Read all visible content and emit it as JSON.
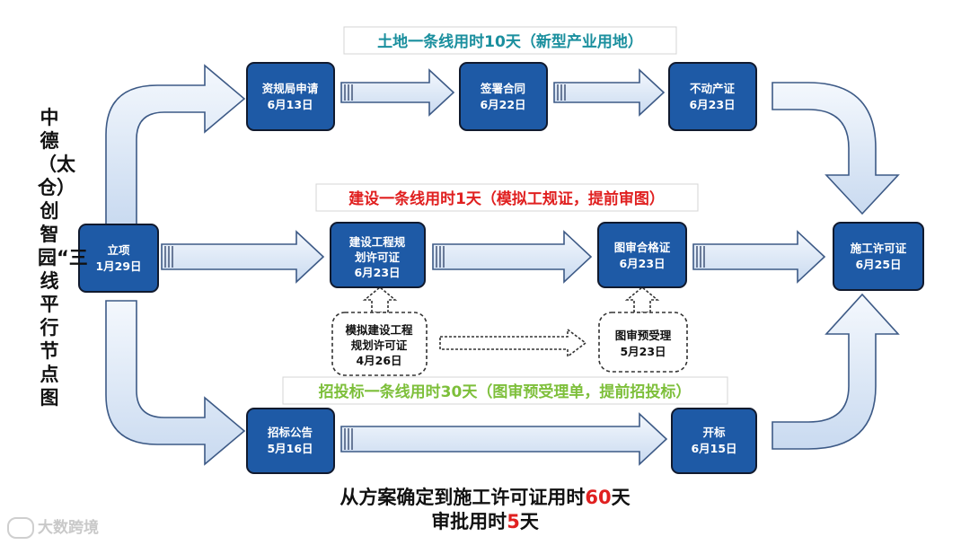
{
  "title": "中德（太仓）创智园“三线平行 节点图",
  "banners": {
    "land": "土地一条线用时10天（新型产业用地）",
    "construction": "建设一条线用时1天（模拟工规证，提前审图）",
    "bidding": "招投标一条线用时30天（图审预受理单，提前招投标）"
  },
  "banner_colors": {
    "land": "#1a8f9e",
    "construction": "#e02020",
    "bidding": "#7dbf3a"
  },
  "nodes": {
    "start": {
      "name": "立项",
      "date": "1月29日"
    },
    "apply": {
      "name": "资规局申请",
      "date": "6月13日"
    },
    "contract": {
      "name": "签署合同",
      "date": "6月22日"
    },
    "property": {
      "name": "不动产证",
      "date": "6月23日"
    },
    "plan_permit": {
      "name1": "建设工程规",
      "name2": "划许可证",
      "date": "6月23日"
    },
    "review_cert": {
      "name": "图审合格证",
      "date": "6月23日"
    },
    "construction_permit": {
      "name": "施工许可证",
      "date": "6月25日"
    },
    "mock_permit": {
      "name1": "模拟建设工程",
      "name2": "规划许可证",
      "date": "4月26日"
    },
    "pre_review": {
      "name": "图审预受理",
      "date": "5月23日"
    },
    "bid_notice": {
      "name": "招标公告",
      "date": "5月16日"
    },
    "bid_open": {
      "name": "开标",
      "date": "6月15日"
    }
  },
  "summary": {
    "line1_a": "从方案确定到施工许可证用时",
    "line1_num": "60",
    "line1_b": "天",
    "line2_a": "审批用时",
    "line2_num": "5",
    "line2_b": "天"
  },
  "colors": {
    "node": "#1e5aa6",
    "highlight": "#e02020",
    "arrow": "#dce8f6"
  },
  "watermark": "大数跨境"
}
